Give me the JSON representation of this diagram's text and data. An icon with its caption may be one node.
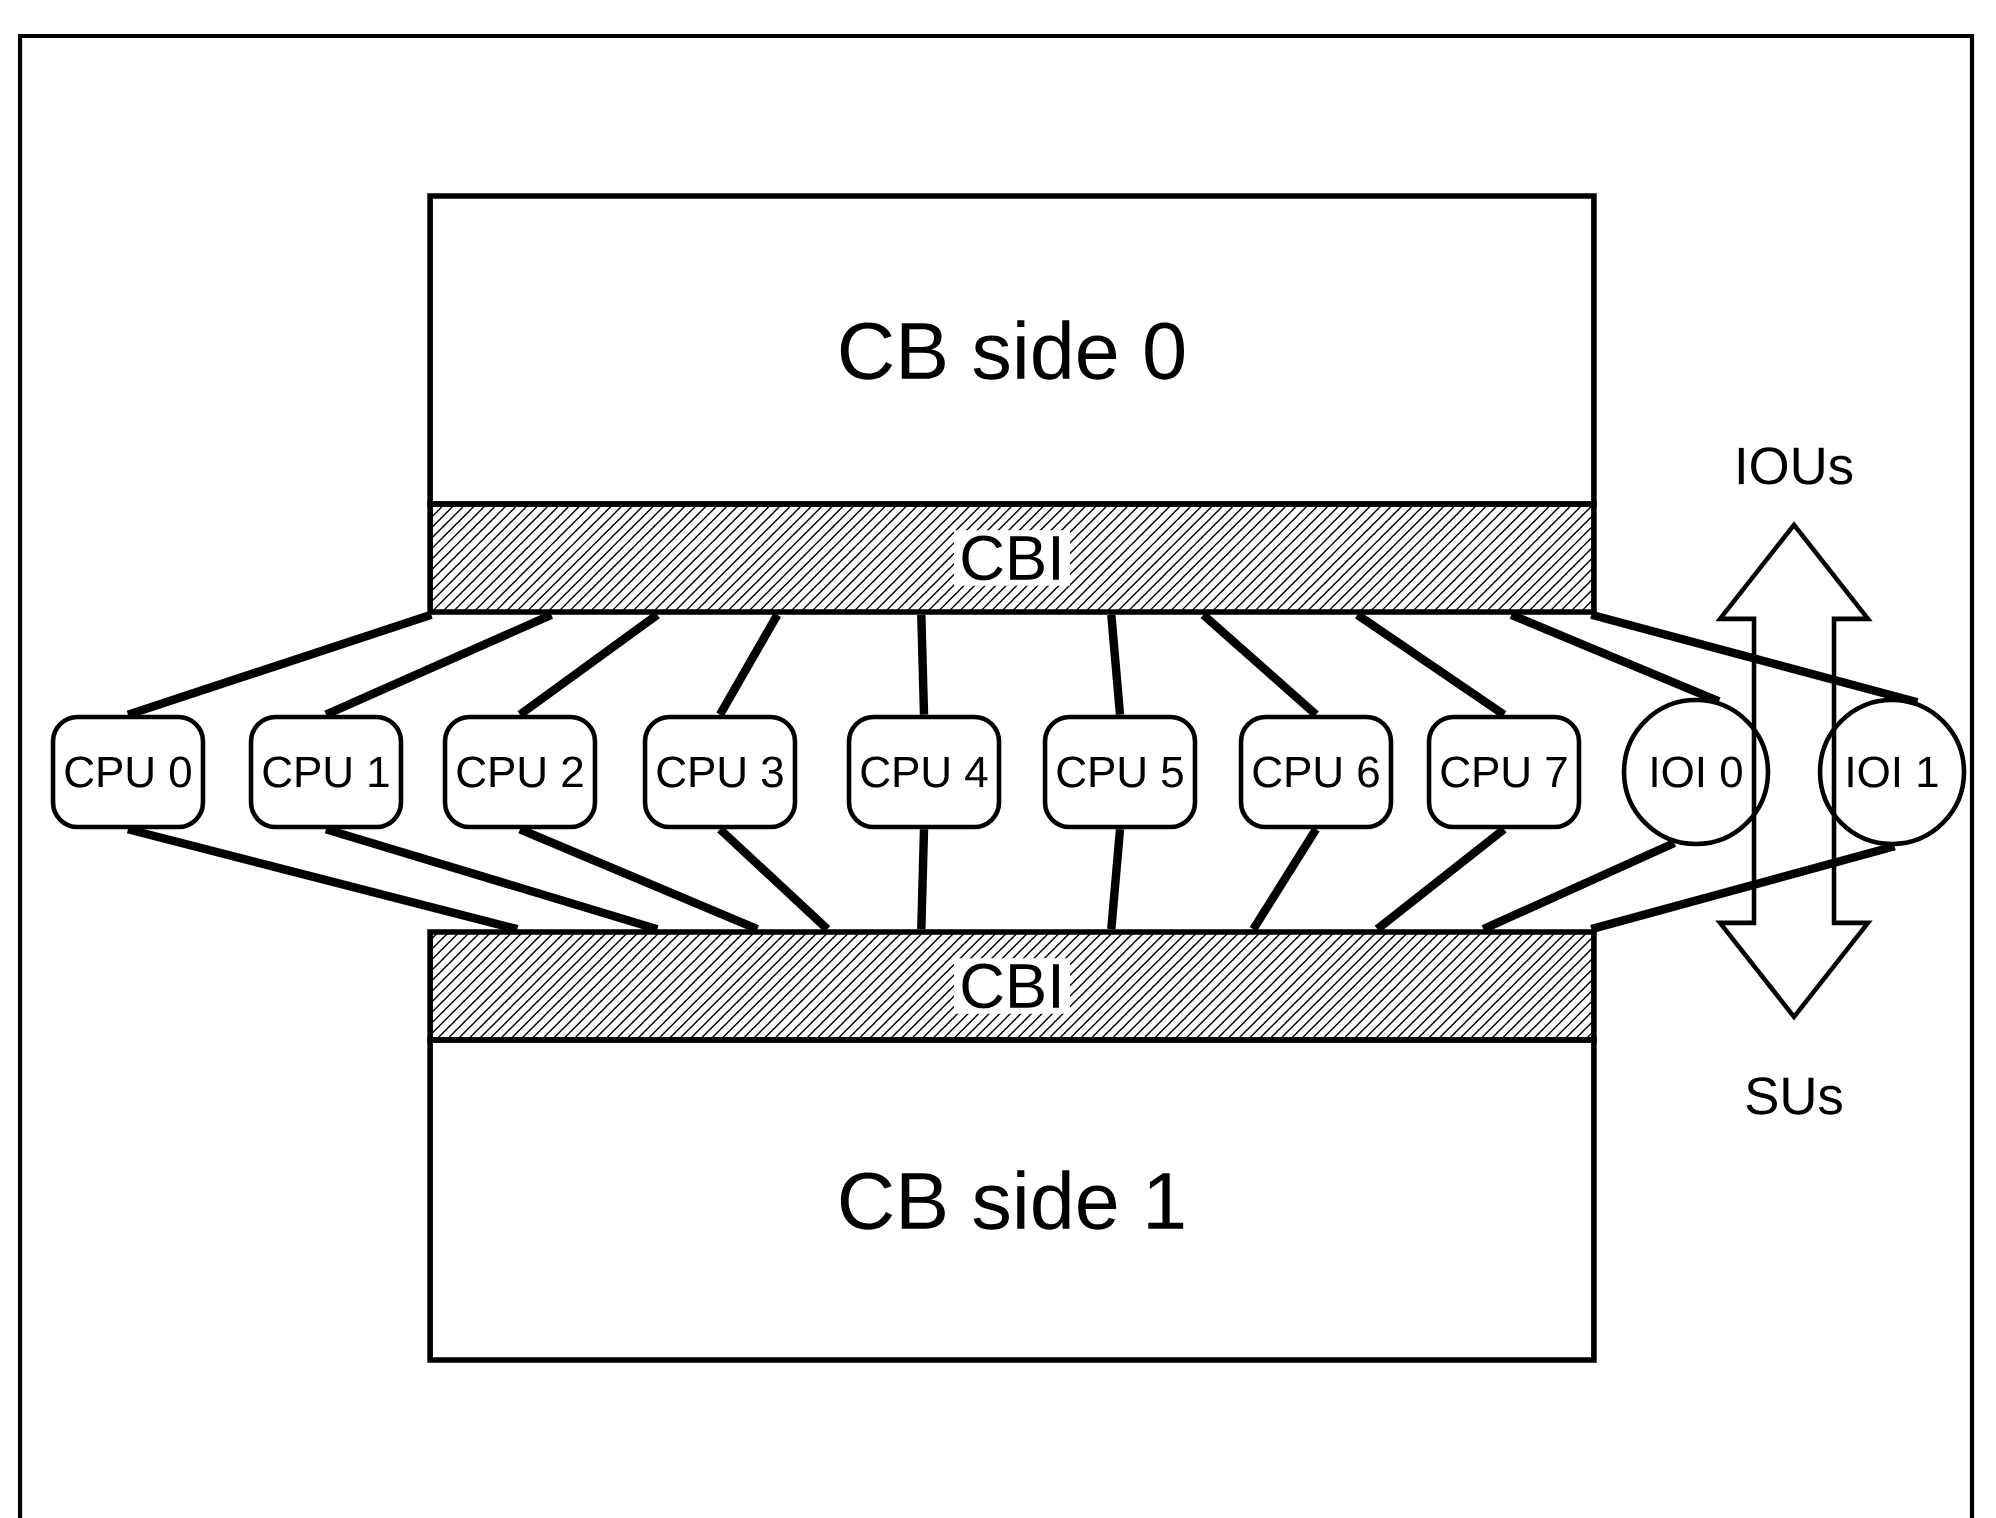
{
  "diagram": {
    "nodes": [
      {
        "text": [
          "CB side 0"
        ]
      },
      {
        "text": [
          "CBI"
        ]
      },
      {
        "text": [
          "IOUs"
        ]
      },
      {
        "text": [
          "CPU 0"
        ]
      },
      {
        "text": [
          "CPU 1"
        ]
      },
      {
        "text": [
          "CPU 2"
        ]
      },
      {
        "text": [
          "CPU 3"
        ]
      },
      {
        "text": [
          "CPU 4"
        ]
      },
      {
        "text": [
          "CPU 5"
        ]
      },
      {
        "text": [
          "CPU 6"
        ]
      },
      {
        "text": [
          "CPU 7"
        ]
      },
      {
        "text": [
          "IOI 0"
        ]
      },
      {
        "text": [
          "IOI 1"
        ]
      },
      {
        "text": [
          "CBI"
        ]
      },
      {
        "text": [
          "SUs"
        ]
      },
      {
        "text": [
          "CB side 1"
        ]
      }
    ],
    "edges": [
      {
        "from": 3,
        "to": 1,
        "arrow": "none"
      },
      {
        "from": 4,
        "to": 1,
        "arrow": "none"
      },
      {
        "from": 5,
        "to": 1,
        "arrow": "none"
      },
      {
        "from": 6,
        "to": 1,
        "arrow": "none"
      },
      {
        "from": 7,
        "to": 1,
        "arrow": "none"
      },
      {
        "from": 8,
        "to": 1,
        "arrow": "none"
      },
      {
        "from": 9,
        "to": 1,
        "arrow": "none"
      },
      {
        "from": 10,
        "to": 1,
        "arrow": "none"
      },
      {
        "from": 11,
        "to": 1,
        "arrow": "none"
      },
      {
        "from": 12,
        "to": 1,
        "arrow": "none"
      },
      {
        "from": 3,
        "to": 13,
        "arrow": "none"
      },
      {
        "from": 4,
        "to": 13,
        "arrow": "none"
      },
      {
        "from": 5,
        "to": 13,
        "arrow": "none"
      },
      {
        "from": 6,
        "to": 13,
        "arrow": "none"
      },
      {
        "from": 7,
        "to": 13,
        "arrow": "none"
      },
      {
        "from": 8,
        "to": 13,
        "arrow": "none"
      },
      {
        "from": 9,
        "to": 13,
        "arrow": "none"
      },
      {
        "from": 10,
        "to": 13,
        "arrow": "none"
      },
      {
        "from": 11,
        "to": 13,
        "arrow": "none"
      },
      {
        "from": 12,
        "to": 13,
        "arrow": "none"
      },
      {
        "from": 14,
        "to": 2,
        "arrow": "both"
      }
    ]
  }
}
